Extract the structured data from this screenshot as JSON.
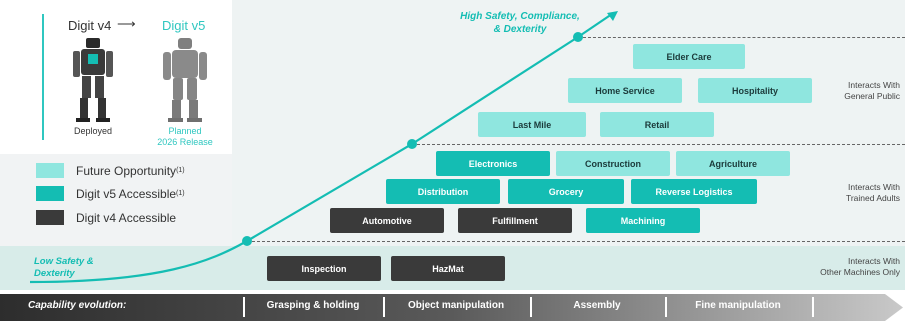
{
  "versions": {
    "v4_title": "Digit v4",
    "arrow": "⟶",
    "v5_title": "Digit v5",
    "v4_status": "Deployed",
    "v5_status_line1": "Planned",
    "v5_status_line2": "2026 Release"
  },
  "legend": [
    {
      "label": "Future Opportunity",
      "sup": "(1)",
      "color": "#8fe6df"
    },
    {
      "label": "Digit v5 Accessible",
      "sup": "(1)",
      "color": "#14bdb3"
    },
    {
      "label": "Digit v4 Accessible",
      "sup": "",
      "color": "#3a3a3a"
    }
  ],
  "curve_labels": {
    "high_line1": "High Safety, Compliance,",
    "high_line2": "& Dexterity",
    "low_line1": "Low Safety &",
    "low_line2": "Dexterity"
  },
  "tiers": {
    "general_public": {
      "label_line1": "Interacts With",
      "label_line2": "General Public",
      "boxes": [
        {
          "label": "Elder Care",
          "kind": "future"
        },
        {
          "label": "Home Service",
          "kind": "future"
        },
        {
          "label": "Hospitality",
          "kind": "future"
        },
        {
          "label": "Last Mile",
          "kind": "future"
        },
        {
          "label": "Retail",
          "kind": "future"
        }
      ]
    },
    "trained_adults": {
      "label_line1": "Interacts With",
      "label_line2": "Trained Adults",
      "boxes": [
        {
          "label": "Electronics",
          "kind": "v5"
        },
        {
          "label": "Construction",
          "kind": "future"
        },
        {
          "label": "Agriculture",
          "kind": "future"
        },
        {
          "label": "Distribution",
          "kind": "v5"
        },
        {
          "label": "Grocery",
          "kind": "v5"
        },
        {
          "label": "Reverse Logistics",
          "kind": "v5"
        },
        {
          "label": "Automotive",
          "kind": "v4"
        },
        {
          "label": "Fulfillment",
          "kind": "v4"
        },
        {
          "label": "Machining",
          "kind": "v5"
        }
      ]
    },
    "other_machines": {
      "label_line1": "Interacts With",
      "label_line2": "Other Machines Only",
      "boxes": [
        {
          "label": "Inspection",
          "kind": "v4"
        },
        {
          "label": "HazMat",
          "kind": "v4"
        }
      ]
    }
  },
  "capability": {
    "label": "Capability evolution:",
    "stages": [
      "Grasping & holding",
      "Object manipulation",
      "Assembly",
      "Fine manipulation"
    ]
  },
  "colors": {
    "accent": "#14bdb3",
    "future": "#8fe6df",
    "v4": "#3a3a3a"
  }
}
